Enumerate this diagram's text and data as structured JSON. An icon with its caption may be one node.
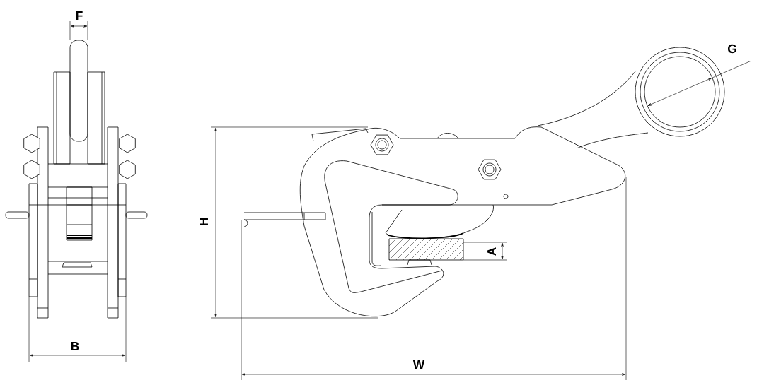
{
  "diagram": {
    "labels": [
      "F",
      "G",
      "H",
      "A",
      "B",
      "W"
    ]
  }
}
